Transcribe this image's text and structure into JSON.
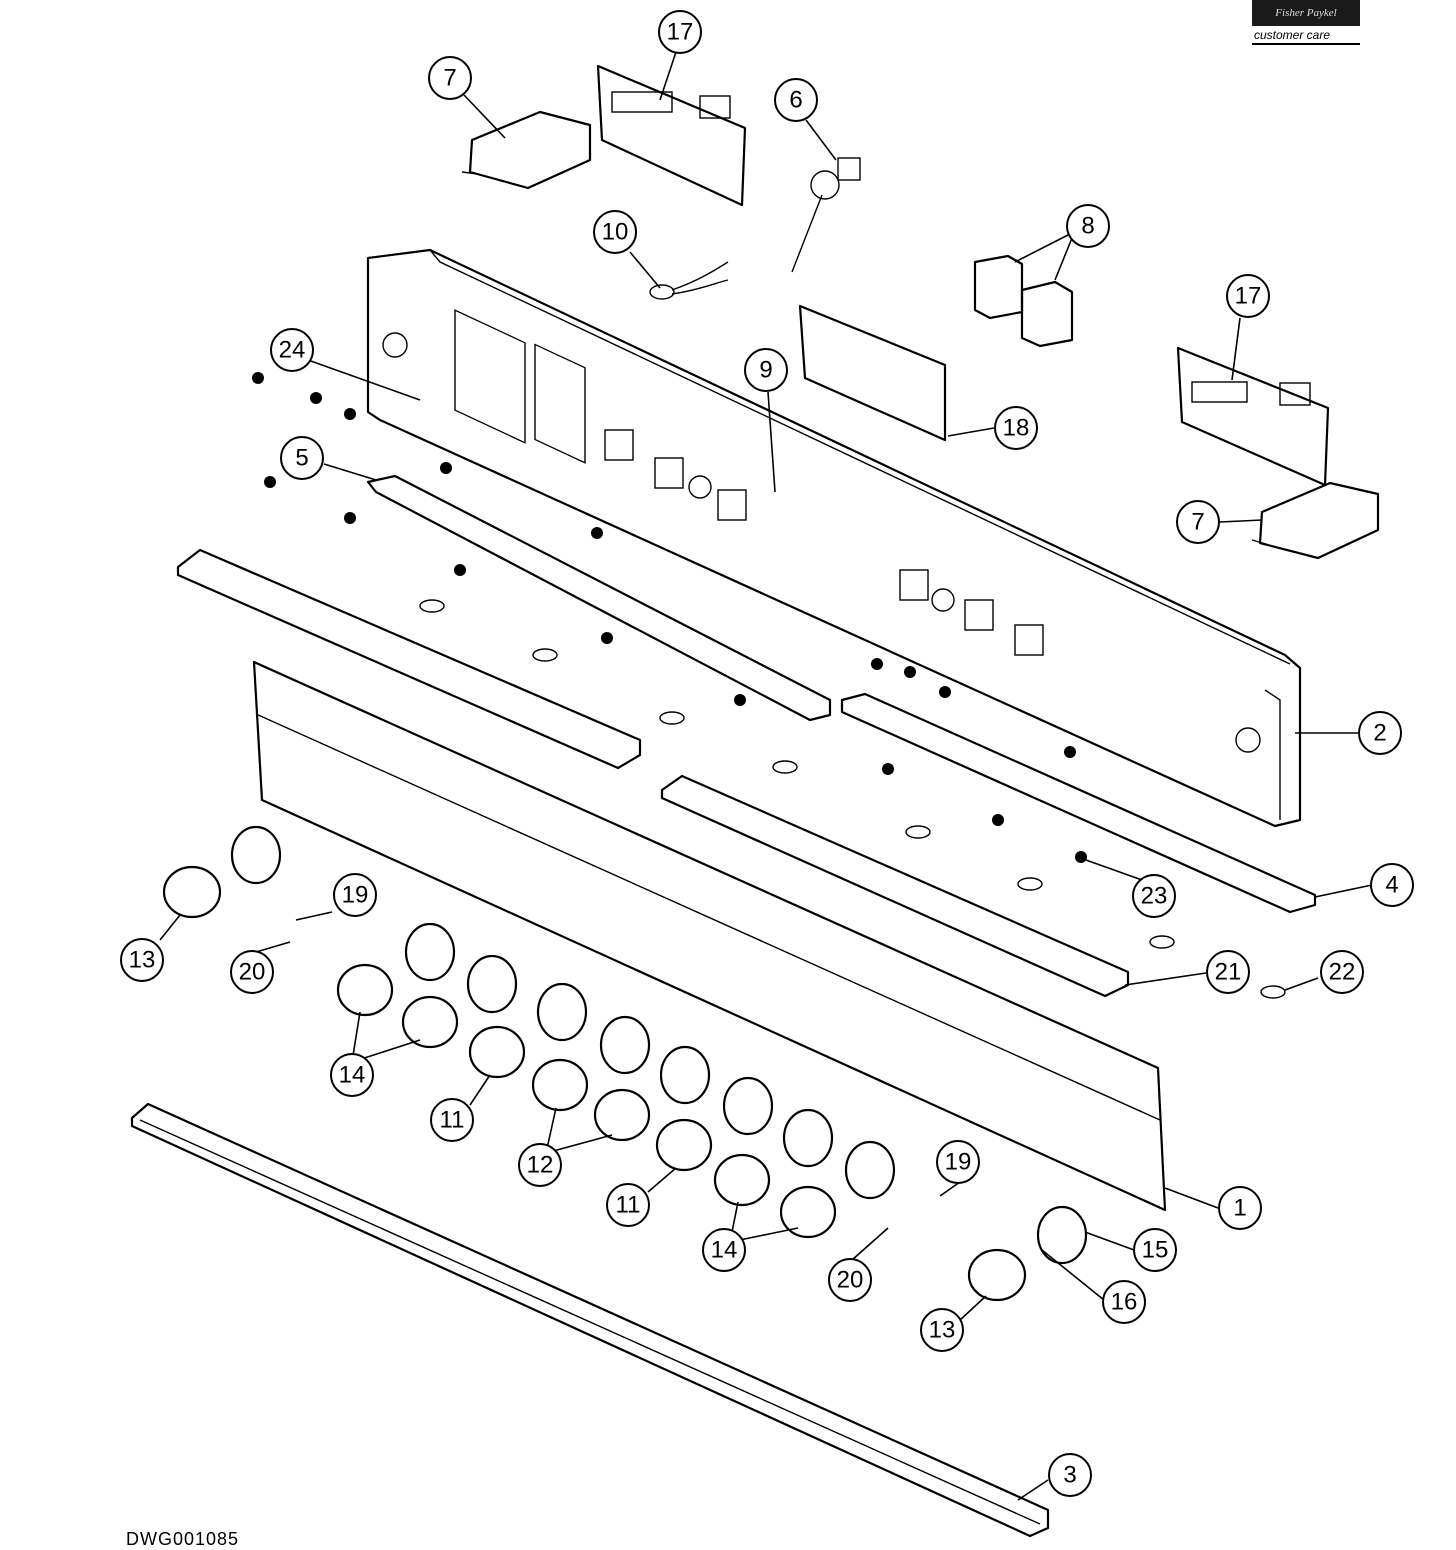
{
  "logo": {
    "brand_text": "Fisher Paykel",
    "sub_text": "customer care"
  },
  "drawing_number": "DWG001085",
  "callouts": [
    {
      "id": "c17a",
      "label": "17"
    },
    {
      "id": "c7a",
      "label": "7"
    },
    {
      "id": "c6",
      "label": "6"
    },
    {
      "id": "c10",
      "label": "10"
    },
    {
      "id": "c8",
      "label": "8"
    },
    {
      "id": "c17b",
      "label": "17"
    },
    {
      "id": "c24",
      "label": "24"
    },
    {
      "id": "c9",
      "label": "9"
    },
    {
      "id": "c18",
      "label": "18"
    },
    {
      "id": "c5",
      "label": "5"
    },
    {
      "id": "c7b",
      "label": "7"
    },
    {
      "id": "c2",
      "label": "2"
    },
    {
      "id": "c4",
      "label": "4"
    },
    {
      "id": "c23",
      "label": "23"
    },
    {
      "id": "c13a",
      "label": "13"
    },
    {
      "id": "c19a",
      "label": "19"
    },
    {
      "id": "c20a",
      "label": "20"
    },
    {
      "id": "c14a",
      "label": "14"
    },
    {
      "id": "c11a",
      "label": "11"
    },
    {
      "id": "c21",
      "label": "21"
    },
    {
      "id": "c22",
      "label": "22"
    },
    {
      "id": "c12",
      "label": "12"
    },
    {
      "id": "c11b",
      "label": "11"
    },
    {
      "id": "c19b",
      "label": "19"
    },
    {
      "id": "c1",
      "label": "1"
    },
    {
      "id": "c14b",
      "label": "14"
    },
    {
      "id": "c20b",
      "label": "20"
    },
    {
      "id": "c15",
      "label": "15"
    },
    {
      "id": "c16",
      "label": "16"
    },
    {
      "id": "c13b",
      "label": "13"
    },
    {
      "id": "c3",
      "label": "3"
    }
  ]
}
